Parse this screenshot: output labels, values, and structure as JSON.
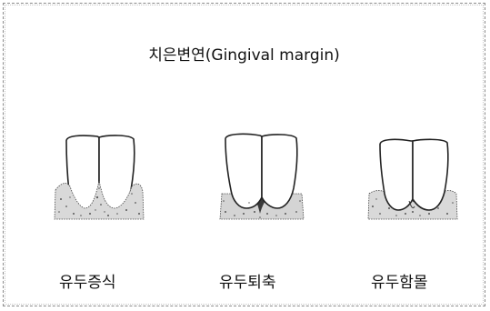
{
  "diagram": {
    "title": "치은변연(Gingival margin)",
    "items": [
      {
        "label": "유두증식"
      },
      {
        "label": "유두퇴축"
      },
      {
        "label": "유두함몰"
      }
    ]
  }
}
